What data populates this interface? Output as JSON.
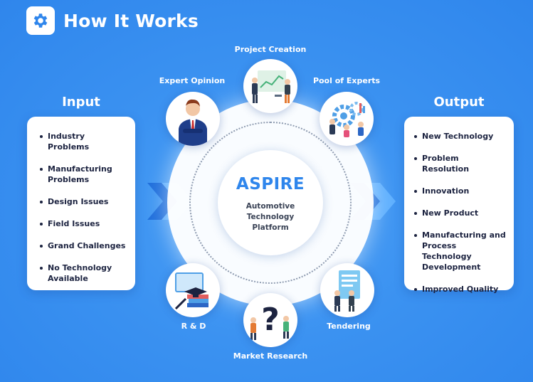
{
  "header": {
    "title": "How It Works",
    "icon": "gear-icon"
  },
  "input": {
    "title": "Input",
    "items": [
      "Industry Problems",
      "Manufacturing Problems",
      "Design Issues",
      "Field Issues",
      "Grand Challenges",
      "No Technology Available"
    ]
  },
  "output": {
    "title": "Output",
    "items": [
      "New Technology",
      "Problem Resolution",
      "Innovation",
      "New Product",
      "Manufacturing and Process Technology Development",
      "Improved Quality"
    ]
  },
  "center": {
    "title": "ASPIRE",
    "subtitle_lines": [
      "Automotive",
      "Technology",
      "Platform"
    ]
  },
  "nodes": [
    {
      "label": "Project Creation",
      "icon": "presentation-icon"
    },
    {
      "label": "Pool of Experts",
      "icon": "gears-team-icon"
    },
    {
      "label": "Tendering",
      "icon": "document-handshake-icon"
    },
    {
      "label": "Market Research",
      "icon": "question-mark-icon"
    },
    {
      "label": "R & D",
      "icon": "books-graduation-icon"
    },
    {
      "label": "Expert Opinion",
      "icon": "businessman-icon"
    }
  ],
  "colors": {
    "background": "#3b92f1",
    "accent": "#2f86ec",
    "text_dark": "#1c2340"
  }
}
